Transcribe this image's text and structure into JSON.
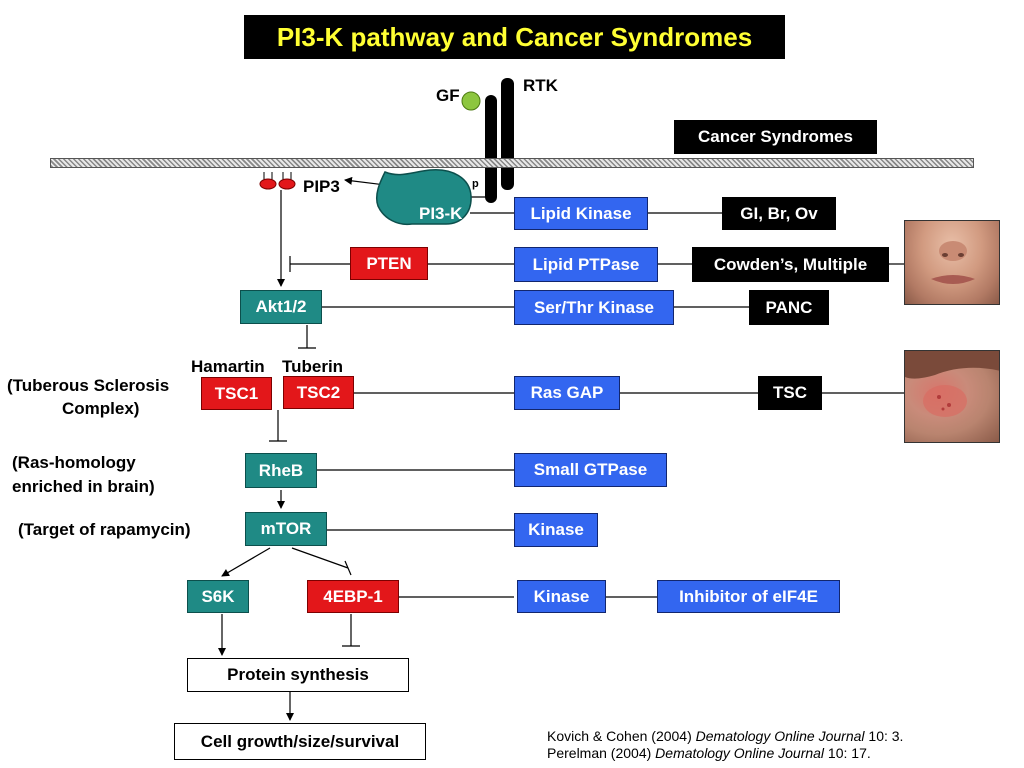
{
  "title": "PI3-K pathway and Cancer Syndromes",
  "receptor": {
    "gf_label": "GF",
    "rtk_label": "RTK",
    "p_label": "p",
    "pi3k_label": "PI3-K",
    "pip3_label": "PIP3"
  },
  "cancer_syndromes_header": "Cancer Syndromes",
  "pathway": {
    "pten": "PTEN",
    "akt": "Akt1/2",
    "hamartin": "Hamartin",
    "tuberin": "Tuberin",
    "tsc_complex_note_line1": "(Tuberous Sclerosis",
    "tsc_complex_note_line2": "Complex)",
    "tsc1": "TSC1",
    "tsc2": "TSC2",
    "rheb_note_line1": "(Ras-homology",
    "rheb_note_line2": "enriched in brain)",
    "rheb": "RheB",
    "mtor_note": "(Target of rapamycin)",
    "mtor": "mTOR",
    "s6k": "S6K",
    "ebp1": "4EBP-1",
    "protein_synthesis": "Protein synthesis",
    "cell_growth": "Cell growth/size/survival"
  },
  "functions": {
    "lipid_kinase": "Lipid Kinase",
    "lipid_ptpase": "Lipid PTPase",
    "ser_thr_kinase": "Ser/Thr Kinase",
    "ras_gap": "Ras GAP",
    "small_gtpase": "Small GTPase",
    "kinase_mtor": "Kinase",
    "kinase_4ebp": "Kinase",
    "inhibitor_eif4e": "Inhibitor of eIF4E"
  },
  "syndromes": {
    "gi_br_ov": "GI, Br, Ov",
    "cowdens": "Cowden’s, Multiple",
    "panc": "PANC",
    "tsc": "TSC"
  },
  "references": {
    "ref1_authors": "Kovich & Cohen (2004) ",
    "ref1_journal": "Dematology Online Journal",
    "ref1_tail": " 10: 3.",
    "ref2_authors": "Perelman (2004) ",
    "ref2_journal": "Dematology Online Journal",
    "ref2_tail": " 10: 17."
  },
  "colors": {
    "teal": "#1f8a85",
    "red": "#e3171a",
    "blue": "#3366f0",
    "title_text": "#ffff33",
    "gf_ball": "#8dc63f"
  }
}
